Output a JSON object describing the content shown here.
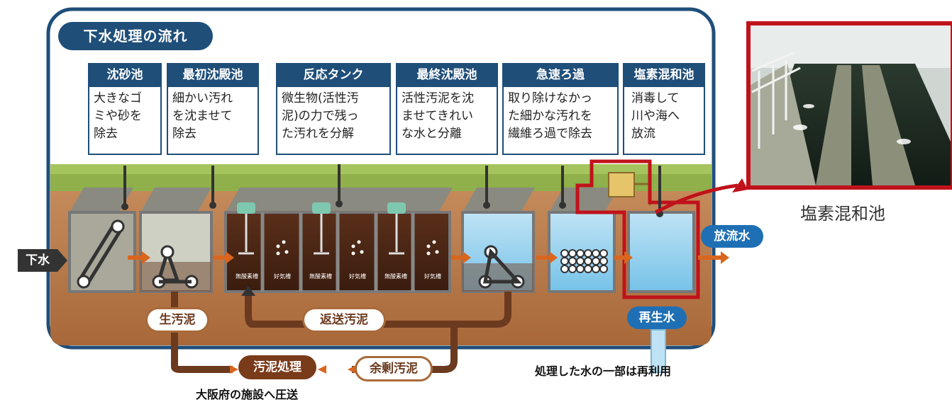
{
  "title": "下水処理の流れ",
  "stages": [
    {
      "name": "沈砂池",
      "desc": "大きなゴ\nミや砂を\n除去"
    },
    {
      "name": "最初沈殿池",
      "desc": "細かい汚れ\nを沈ませて\n除去"
    },
    {
      "name": "反応タンク",
      "desc": "微生物(活性汚\n泥)の力で残っ\nた汚れを分解"
    },
    {
      "name": "最終沈殿池",
      "desc": "活性汚泥を沈\nませてきれい\nな水と分離"
    },
    {
      "name": "急速ろ過",
      "desc": "取り除けなかっ\nた細かな汚れを\n繊維ろ過で除去"
    },
    {
      "name": "塩素混和池",
      "desc": "消毒して\n川や海へ\n放流"
    }
  ],
  "flows": {
    "input": "下水",
    "raw_sludge": "生汚泥",
    "return_sludge": "返送汚泥",
    "sludge_treatment": "汚泥処理",
    "excess_sludge": "余剰汚泥",
    "discharge": "放流水",
    "reclaimed": "再生水"
  },
  "captions": {
    "sludge_note": "大阪府の施設へ圧送",
    "reuse_note": "処理した水の一部は再利用",
    "photo_caption": "塩素混和池"
  },
  "tank_labels": [
    "無酸素槽",
    "好気槽",
    "無酸素槽",
    "好気槽",
    "無酸素槽",
    "好気槽"
  ],
  "colors": {
    "navy": "#1f4e79",
    "brown": "#7a3b1a",
    "orange": "#d9661f",
    "blue": "#1f6fb5",
    "highlight": "#c0121b"
  }
}
